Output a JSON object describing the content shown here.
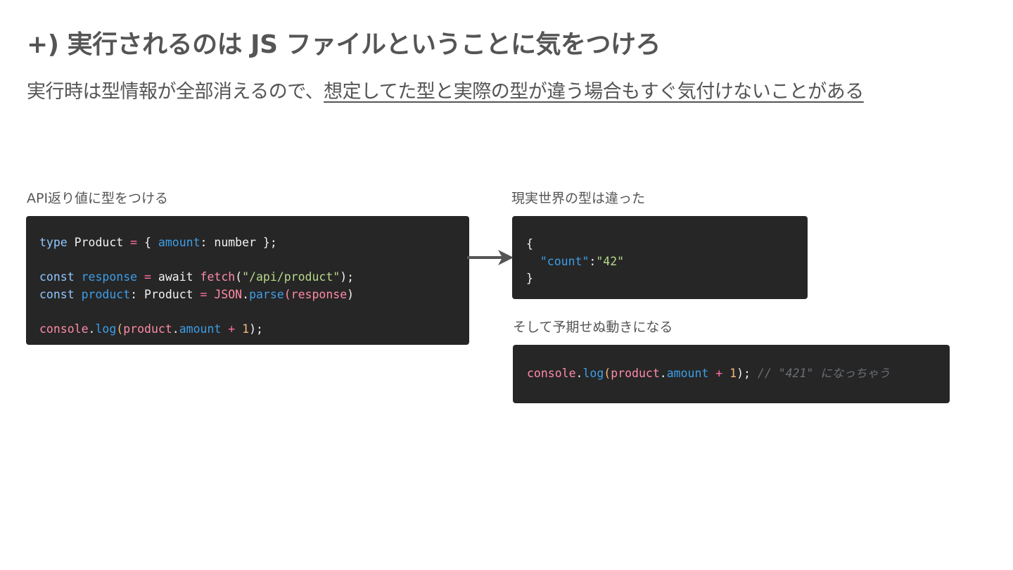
{
  "slide": {
    "title": "+) 実行されるのは JS ファイルということに気をつけろ",
    "subtitle_plain": "実行時は型情報が全部消えるので、",
    "subtitle_underlined": "想定してた型と実際の型が違う場合もすぐ気付けないことがある"
  },
  "left_panel": {
    "label": "API返り値に型をつける",
    "code": {
      "l1": {
        "kw": "type",
        "t1": " Product ",
        "op": "=",
        "t2": " { ",
        "prop": "amount",
        "t3": ": number };"
      },
      "l2": {
        "kw": "const",
        "sp": " ",
        "var": "response",
        "sp2": " ",
        "op": "=",
        "sp3": " ",
        "aw": "await",
        "sp4": " ",
        "fn": "fetch",
        "p1": "(",
        "str": "\"/api/product\"",
        "p2": ");"
      },
      "l3": {
        "kw": "const",
        "sp": " ",
        "var": "product",
        "t1": ": Product ",
        "op": "=",
        "sp2": " ",
        "obj": "JSON",
        "dot": ".",
        "fn": "parse",
        "p1": "(",
        "arg": "response",
        "p2": ")"
      },
      "l4": {
        "obj": "console",
        "dot": ".",
        "fn": "log",
        "p1": "(",
        "a": "product",
        "dot2": ".",
        "prop": "amount",
        "sp": " ",
        "op": "+",
        "sp2": " ",
        "num": "1",
        "p2": ");"
      }
    }
  },
  "right_top_panel": {
    "label": "現実世界の型は違った",
    "code": {
      "open": "{",
      "key": "\"count\"",
      "colon": ":",
      "value": "\"42\"",
      "close": "}"
    }
  },
  "right_bottom_panel": {
    "label": "そして予期せぬ動きになる",
    "code": {
      "obj": "console",
      "dot": ".",
      "fn": "log",
      "p1": "(",
      "a": "product",
      "dot2": ".",
      "prop": "amount",
      "sp": " ",
      "op": "+",
      "sp2": " ",
      "num": "1",
      "p2": ");",
      "sp3": " ",
      "comment": "// \"421\" になっちゃう"
    }
  },
  "colors": {
    "code_bg": "#262626",
    "text_gray": "#555555",
    "keyword": "#8fc7ff",
    "variable": "#3d9ee8",
    "operator": "#ff6fa0",
    "string": "#b7d98a",
    "number": "#f5b97a"
  },
  "icons": {
    "arrow": "arrow-right-icon"
  }
}
